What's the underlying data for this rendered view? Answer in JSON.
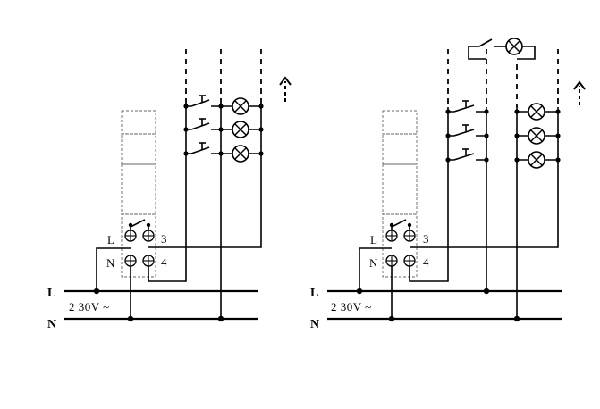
{
  "left_diagram": {
    "line_label": "L",
    "neutral_label": "N",
    "voltage": "2 30V ~",
    "terminal_L": "L",
    "terminal_N": "N",
    "terminal_3": "3",
    "terminal_4": "4",
    "direction_arrow": "up-arrow-icon",
    "lamps": 3,
    "pushbuttons": 3
  },
  "right_diagram": {
    "line_label": "L",
    "neutral_label": "N",
    "voltage": "2 30V ~",
    "terminal_L": "L",
    "terminal_N": "N",
    "terminal_3": "3",
    "terminal_4": "4",
    "direction_arrow": "up-arrow-icon",
    "lamps": 4,
    "pushbuttons": 3
  }
}
